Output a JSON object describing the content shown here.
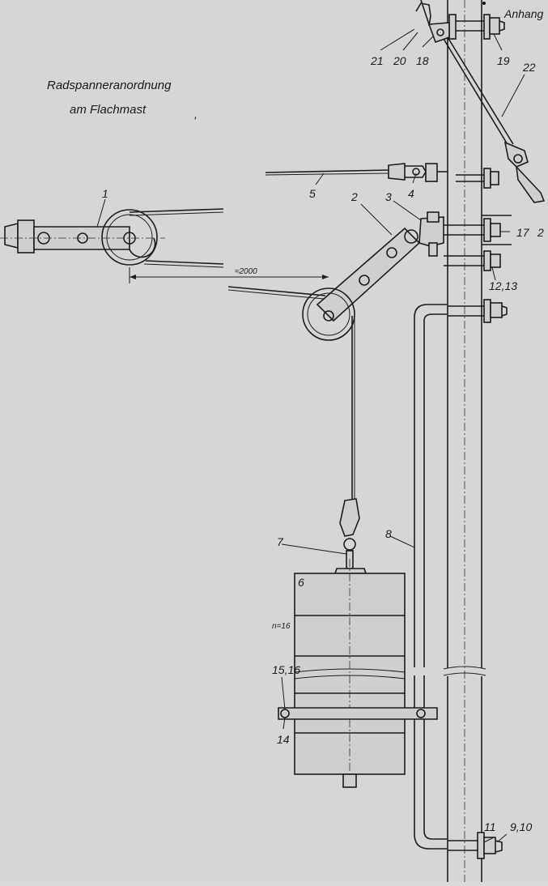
{
  "title": {
    "line1": "Radspanneranordnung",
    "line2": "am Flachmast"
  },
  "corner_label": "Anhang",
  "dimension": "≈2000",
  "weight_count": "n=16",
  "labels": {
    "p1": "1",
    "p2": "2",
    "p3": "3",
    "p4": "4",
    "p5": "5",
    "p6": "6",
    "p7": "7",
    "p8": "8",
    "p9_10": "9,10",
    "p11": "11",
    "p12_13": "12,13",
    "p14": "14",
    "p15_16": "15,16",
    "p17": "17",
    "p17b": "2",
    "p18": "18",
    "p19": "19",
    "p20": "20",
    "p21": "21",
    "p22": "22"
  }
}
